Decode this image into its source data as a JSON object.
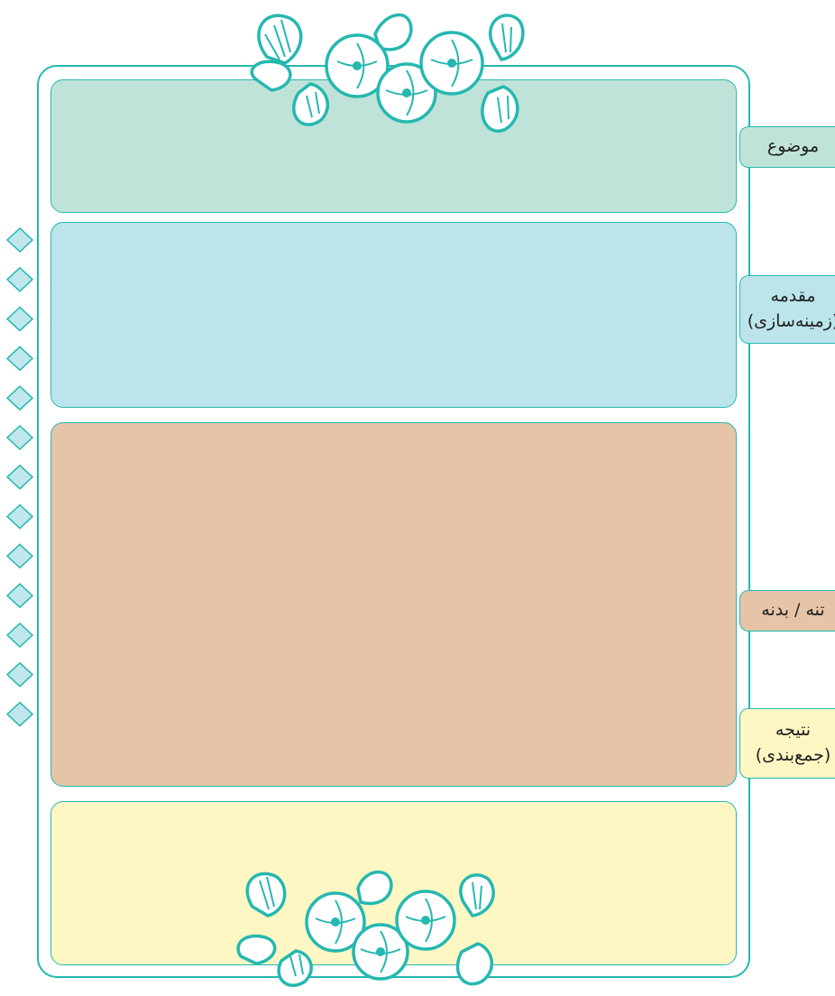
{
  "colors": {
    "frame": "#25b8b0",
    "topic": "#c0e3d9",
    "intro": "#bbe5ea",
    "body": "#e5c4a7",
    "conclusion": "#fef7c4",
    "diamond": "#bfe7ec"
  },
  "sections": {
    "topic": {
      "label": "موضوع"
    },
    "intro": {
      "label_line1": "مقدمه",
      "label_line2": "(زمینه‌سازی)"
    },
    "body": {
      "label": "تنه / بدنه"
    },
    "conclusion": {
      "label_line1": "نتیجه",
      "label_line2": "(جمع‌بندی)"
    }
  },
  "decorations": {
    "top_ornament": "floral-ornament-icon",
    "bottom_ornament": "floral-ornament-icon",
    "side_marker": "diamond-icon",
    "side_marker_count": 13
  }
}
